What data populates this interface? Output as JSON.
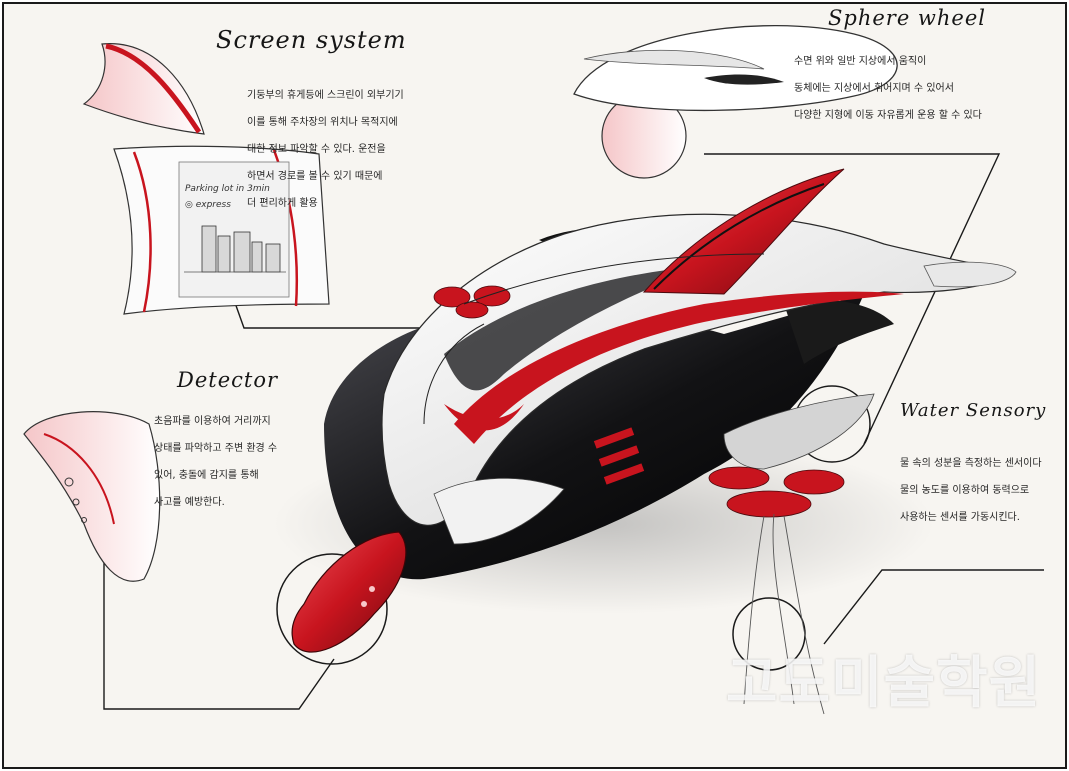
{
  "sections": {
    "screen_system": {
      "title": "Screen system",
      "lines": [
        "기둥부의 휴게등에 스크린이 외부기기",
        "이를 통해 주차장의 위치나 목적지에",
        "대한 정보 파악할 수 있다. 운전을",
        "하면서 경로를 볼 수 있기 때문에",
        "더 편리하게 활용"
      ]
    },
    "sphere_wheel": {
      "title": "Sphere wheel",
      "lines": [
        "수면 위와 일반 지상에서 움직이",
        "동체에는 지상에서 휘어지며 수 있어서",
        "다양한 지형에 이동 자유롭게 운용 할 수 있다"
      ]
    },
    "detector": {
      "title": "Detector",
      "lines": [
        "초음파를 이용하여 거리까지",
        "상태를 파악하고 주변 환경 수",
        "있어, 충돌에 감지를 통해",
        "사고를 예방한다."
      ]
    },
    "water_sensory": {
      "title": "Water Sensory",
      "lines": [
        "물 속의 성분을 측정하는 센서이다",
        "물의 농도를 이용하여 동력으로",
        "사용하는 센서를 가동시킨다."
      ]
    }
  },
  "screen_display": {
    "caption": "Parking lot in 3min",
    "sub_caption": "◎ express"
  },
  "watermark": "고도미술학원",
  "colors": {
    "red": "#c8141e",
    "black": "#101012",
    "paper": "#f7f5f1",
    "ink": "#1a1a1a"
  }
}
